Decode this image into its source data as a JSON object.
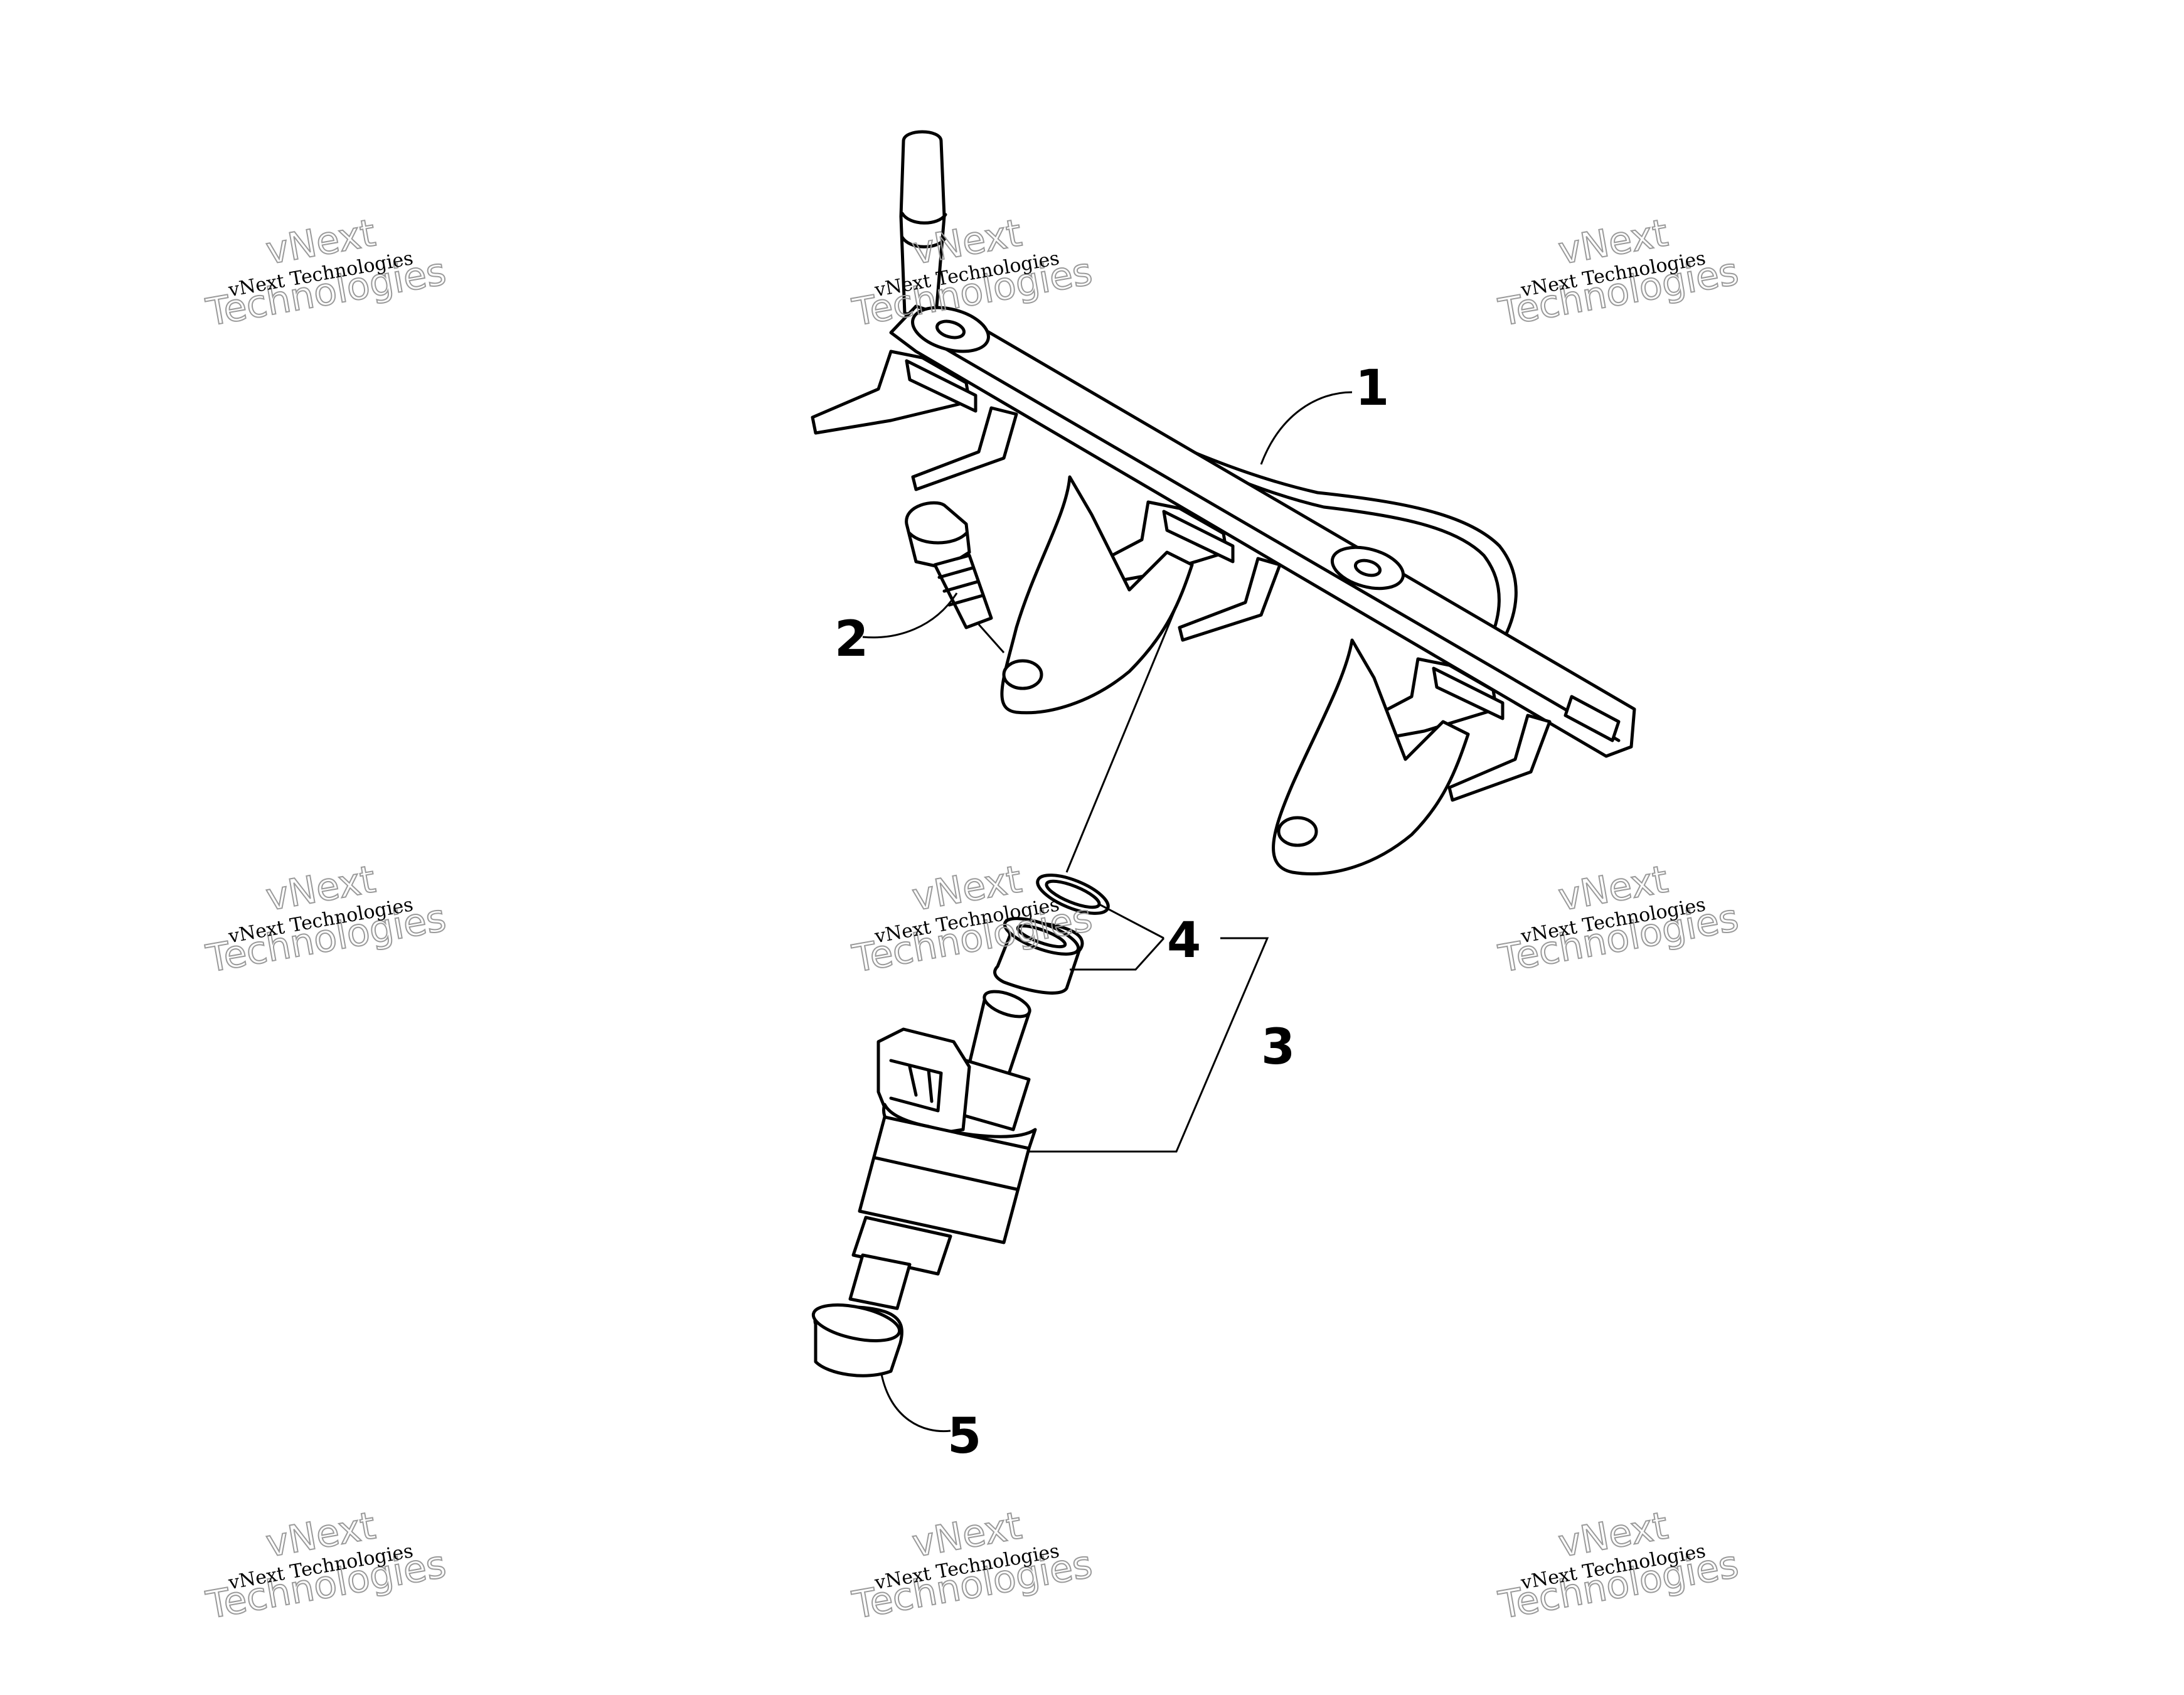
{
  "diagram": {
    "callouts": [
      "1",
      "2",
      "3",
      "4",
      "5"
    ],
    "watermark": {
      "line_small": "vNext Technologies",
      "line_large_top": "vNext",
      "line_large_bottom": "Technologies"
    }
  }
}
